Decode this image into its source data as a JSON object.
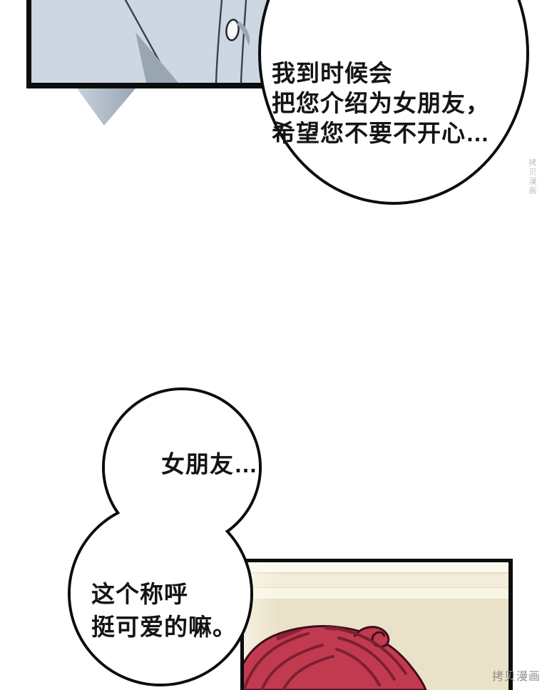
{
  "speech_bubbles": {
    "bubble1": {
      "line1": "我到时候会",
      "line2": "把您介绍为女朋友，",
      "line3": "希望您不要不开心…"
    },
    "bubble2": {
      "line1": "女朋友…"
    },
    "bubble3": {
      "line1": "这个称呼",
      "line2": "挺可爱的嘛。"
    }
  },
  "watermarks": {
    "bottom_right": "拷贝漫画",
    "right_edge": "拷贝漫画"
  },
  "colors": {
    "outline": "#0d0d0d",
    "ink": "#141414",
    "shirt": "#cdd7e2",
    "shirt_shadow": "#9aa5b4",
    "shirt_line": "#39414e",
    "wall": "#eae2c8",
    "wall_cream": "#f2ecd8",
    "wall_light": "#f9f5e6",
    "wall_white": "#fbf8ee",
    "wall_line": "#e5dcc0",
    "hair": "#c23a50",
    "hair_dark": "#7d1f33",
    "hair_outline": "#3d0e1a",
    "watermark": "#8f8f8f",
    "watermark_faint": "#bdbdbd"
  }
}
